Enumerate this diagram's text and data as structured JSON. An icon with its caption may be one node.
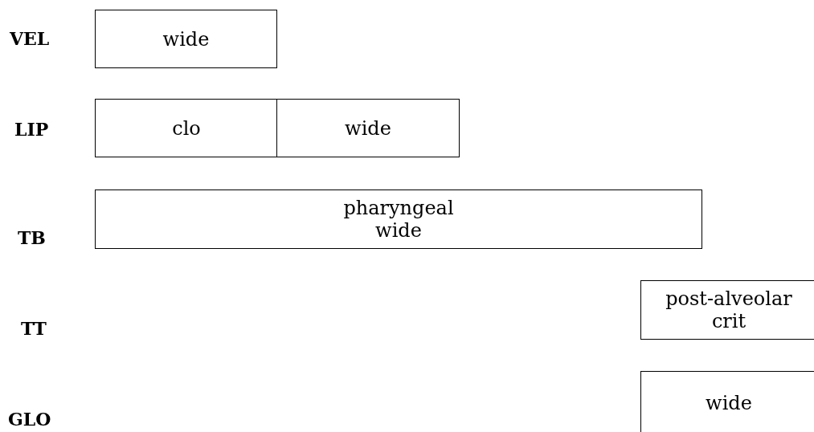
{
  "diagram": {
    "nodes": [
      {
        "text": [
          "wide"
        ]
      },
      {
        "text": [
          "clo"
        ]
      },
      {
        "text": [
          "wide"
        ]
      },
      {
        "text": [
          "pharyngeal",
          "wide"
        ]
      },
      {
        "text": [
          "post-alveolar",
          "crit"
        ]
      },
      {
        "text": [
          "wide"
        ]
      }
    ],
    "labels": [
      "VEL",
      "LIP",
      "TB",
      "TT",
      "GLO"
    ]
  }
}
